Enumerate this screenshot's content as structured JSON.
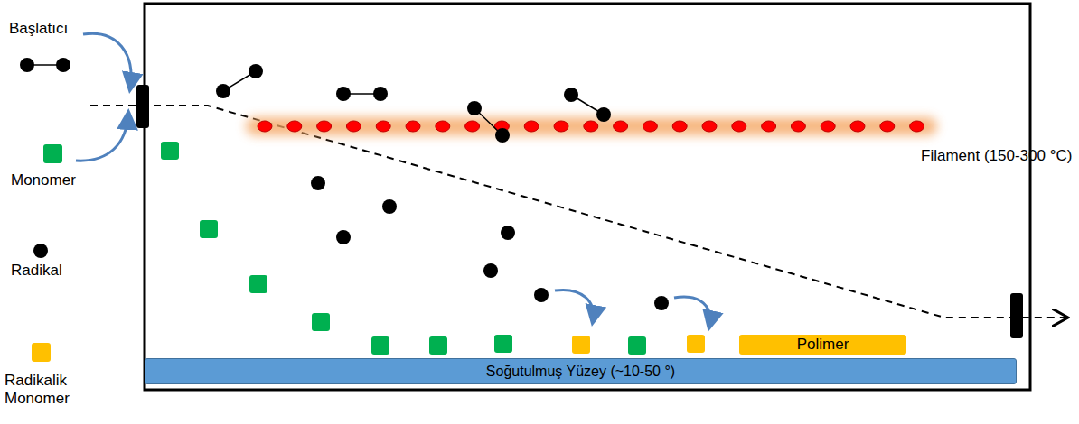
{
  "diagram": {
    "nodes": [
      {
        "text": [
          "Polimer"
        ]
      },
      {
        "text": [
          "Soğutulmuş Yüzey (~10-50 °)"
        ]
      }
    ],
    "labels": [
      "Filament (150-300 °C)"
    ],
    "legend": [
      {
        "text": "Başlatıcı"
      },
      {
        "text": "Monomer",
        "color": "#00b050"
      },
      {
        "text": "Radikal",
        "color": "#000000"
      },
      {
        "text": "Radikalik Monomer",
        "color": "#ffc000"
      }
    ]
  }
}
